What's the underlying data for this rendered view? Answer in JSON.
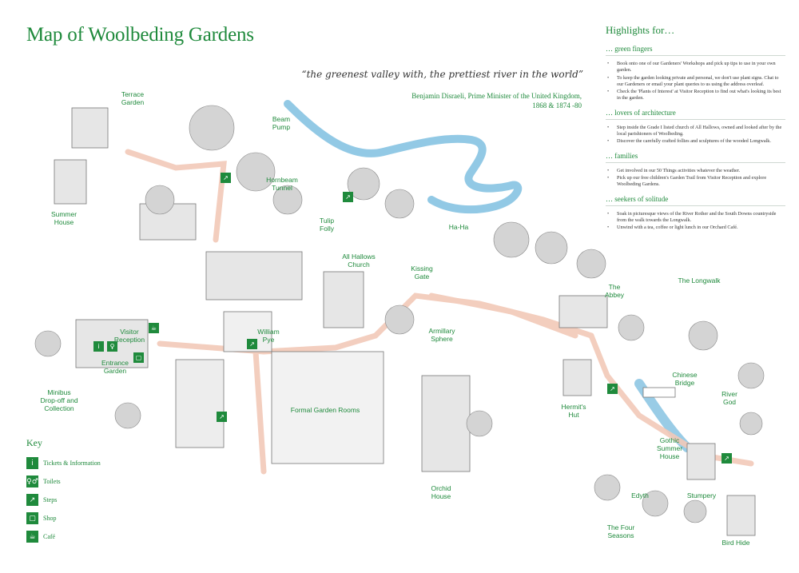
{
  "title": "Map of Woolbeding Gardens",
  "quote": {
    "text": "“the greenest valley with, the prettiest river in the world”",
    "attribution": "Benjamin Disraeli, Prime Minister of the United Kingdom,\n1868 & 1874 -80"
  },
  "labels": {
    "terrace_garden": "Terrace\nGarden",
    "beam_pump": "Beam\nPump",
    "summer_house": "Summer\nHouse",
    "hornbeam_tunnel": "Hornbeam\nTunnel",
    "tulip_folly": "Tulip\nFolly",
    "ha_ha": "Ha-Ha",
    "all_hallows": "All Hallows\nChurch",
    "kissing_gate": "Kissing\nGate",
    "the_abbey": "The\nAbbey",
    "the_longwalk": "The Longwalk",
    "visitor_reception": "Visitor\nReception",
    "william_pye": "William\nPye",
    "armillary_sphere": "Armillary\nSphere",
    "entrance_garden": "Entrance\nGarden",
    "minibus": "Minibus\nDrop-off and\nCollection",
    "chinese_bridge": "Chinese\nBridge",
    "river_god": "River\nGod",
    "hermits_hut": "Hermit's\nHut",
    "formal_garden_rooms": "Formal Garden Rooms",
    "gothic_summer_house": "Gothic\nSummer\nHouse",
    "orchid_house": "Orchid\nHouse",
    "edyth": "Edyth",
    "stumpery": "Stumpery",
    "four_seasons": "The Four\nSeasons",
    "bird_hide": "Bird Hide"
  },
  "highlights": {
    "title": "Highlights for…",
    "sections": [
      {
        "heading": "… green fingers",
        "items": [
          "Book onto one of our Gardeners' Workshops and pick up tips to use in your own garden.",
          "To keep the garden looking private and personal, we don't use plant signs. Chat to our Gardeners or email your plant queries to us using the address overleaf.",
          "Check the 'Plants of Interest' at Visitor Reception to find out what's looking its best in the garden."
        ]
      },
      {
        "heading": "… lovers of architecture",
        "items": [
          "Step inside the Grade I listed church of All Hallows, owned and looked after by the local parishioners of Woolbeding.",
          "Discover the carefully crafted follies and sculptures of the wooded Longwalk."
        ]
      },
      {
        "heading": "… families",
        "items": [
          "Get involved in our 50 Things activities whatever the weather.",
          "Pick up our free children's Garden Trail from Visitor Reception and explore Woolbeding Gardens."
        ]
      },
      {
        "heading": "… seekers of solitude",
        "items": [
          "Soak in picturesque views of the River Rother and the South Downs countryside from the walk towards the Longwalk.",
          "Unwind with a tea, coffee or light lunch in our Orchard Café."
        ]
      }
    ]
  },
  "key": {
    "title": "Key",
    "items": [
      {
        "icon": "info-icon",
        "glyph": "i",
        "label": "Tickets & Information"
      },
      {
        "icon": "toilets-icon",
        "glyph": "♀♂",
        "label": "Toilets"
      },
      {
        "icon": "steps-icon",
        "glyph": "↗",
        "label": "Steps"
      },
      {
        "icon": "shop-icon",
        "glyph": "▢",
        "label": "Shop"
      },
      {
        "icon": "cafe-icon",
        "glyph": "☕",
        "label": "Café"
      }
    ]
  },
  "colors": {
    "accent": "#1f8a3c",
    "river": "#7fbfe0",
    "path": "#f2c9b8",
    "ink": "#6a6a6a"
  }
}
